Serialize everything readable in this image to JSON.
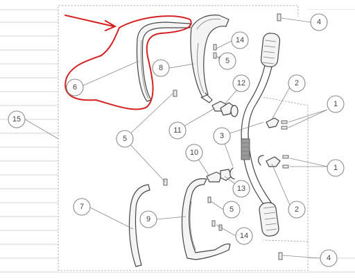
{
  "diagram": {
    "annotation_color": "#d42020",
    "line_color": "#444444",
    "callouts": {
      "c1a": "1",
      "c1b": "1",
      "c2a": "2",
      "c2b": "2",
      "c3": "3",
      "c4a": "4",
      "c4b": "4",
      "c5a": "5",
      "c5b": "5",
      "c5c": "5",
      "c6": "6",
      "c7": "7",
      "c8": "8",
      "c9": "9",
      "c10": "10",
      "c11": "11",
      "c12": "12",
      "c13": "13",
      "c14a": "14",
      "c14b": "14",
      "c15": "15"
    }
  }
}
